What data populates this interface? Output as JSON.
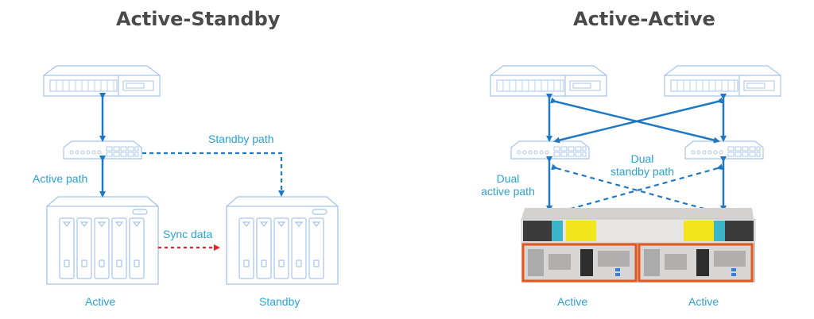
{
  "left_panel": {
    "title": "Active-Standby",
    "labels": {
      "standby_path": "Standby path",
      "active_path": "Active path",
      "sync_data": "Sync data",
      "active_nas": "Active",
      "standby_nas": "Standby"
    }
  },
  "right_panel": {
    "title": "Active-Active",
    "labels": {
      "dual_standby_line1": "Dual",
      "dual_standby_line2": "standby path",
      "dual_active_line1": "Dual",
      "dual_active_line2": "active path",
      "controller_a": "Active",
      "controller_b": "Active"
    }
  },
  "colors": {
    "path_blue": "#1f78c1",
    "device_outline": "#a8c4e8",
    "label_cyan": "#2aa2d3",
    "sync_red": "#e8262a",
    "chassis_orange": "#e5571e",
    "label_yellow": "#f2e51c",
    "title_gray": "#4a4a4a"
  }
}
